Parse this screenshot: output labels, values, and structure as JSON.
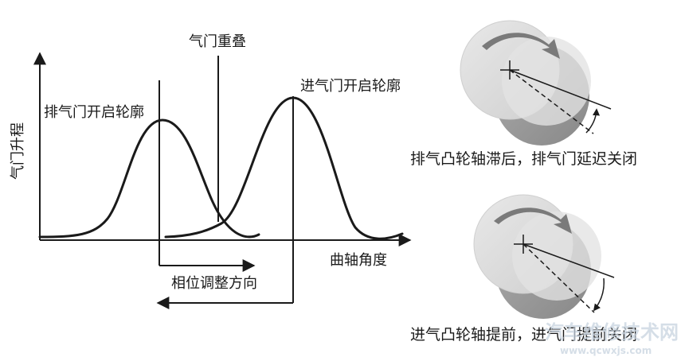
{
  "graph": {
    "y_axis_label": "气门升程",
    "x_axis_label": "曲轴角度",
    "overlap_label": "气门重叠",
    "exhaust_profile_label": "排气门开启轮廓",
    "intake_profile_label": "进气门开启轮廓",
    "phase_adjust_label": "相位调整方向"
  },
  "cam_top": {
    "caption": "排气凸轮轴滞后，排气门延迟关闭"
  },
  "cam_bottom": {
    "caption": "进气凸轮轴提前，进气门提前关闭"
  },
  "watermark": {
    "title": "汽车维修技术网",
    "url": "www.qcwxjs.com"
  },
  "colors": {
    "line": "#1a1a1a",
    "cam_light": "#d9d9d9",
    "cam_shadow": "#8c8c8c",
    "cam_arrow": "#7a7a7a",
    "watermark": "#c7d3df"
  }
}
